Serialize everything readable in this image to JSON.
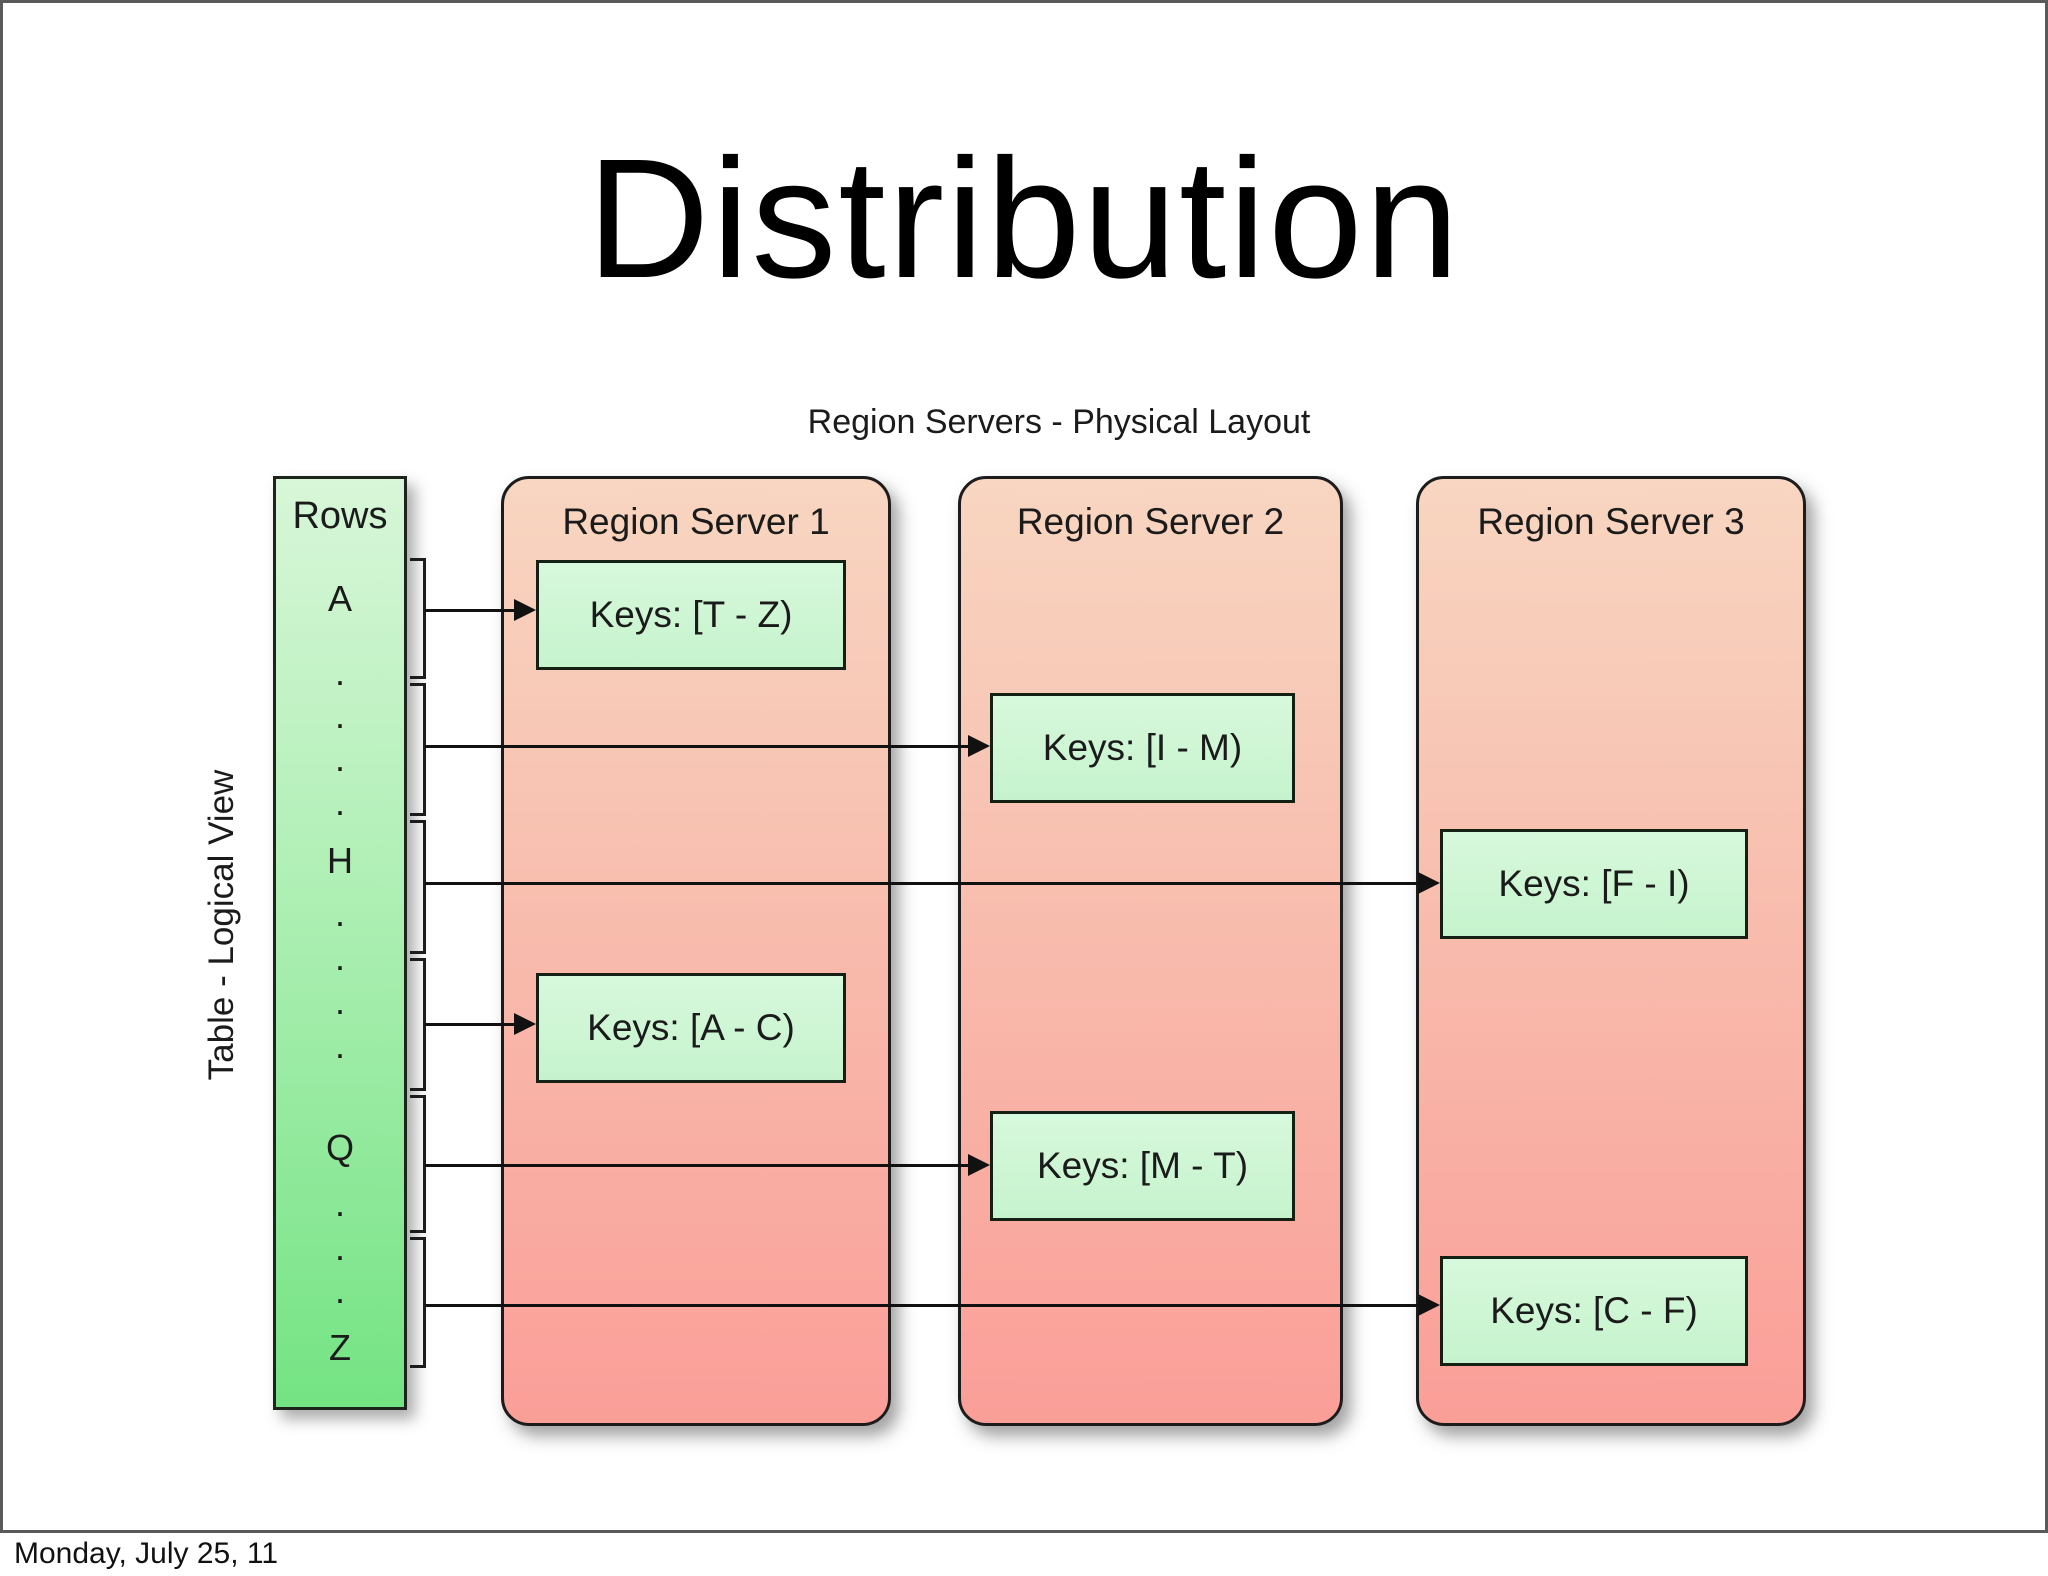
{
  "slide": {
    "title": "Distribution",
    "footer_date": "Monday, July 25, 11"
  },
  "diagram": {
    "header": "Region Servers - Physical Layout",
    "side_label": "Table - Logical View",
    "rows_column": {
      "header": "Rows",
      "items": [
        "A",
        ".",
        ".",
        ".",
        ".",
        "H",
        ".",
        ".",
        ".",
        ".",
        "Q",
        ".",
        ".",
        ".",
        "Z"
      ]
    },
    "servers": [
      {
        "name": "Region Server 1",
        "keys": [
          "Keys: [T - Z)",
          "Keys: [A - C)"
        ]
      },
      {
        "name": "Region Server 2",
        "keys": [
          "Keys: [I - M)",
          "Keys: [M - T)"
        ]
      },
      {
        "name": "Region Server 3",
        "keys": [
          "Keys: [F - I)",
          "Keys: [C - F)"
        ]
      }
    ],
    "colors": {
      "rows_gradient_top": "#d8f6d8",
      "rows_gradient_bottom": "#74e383",
      "server_gradient_top": "#f8d6c1",
      "server_gradient_bottom": "#fa9e98",
      "keys_box_fill": "#cdf5d3",
      "outline": "#1c1c1c",
      "slide_border": "#5a5a5a"
    }
  }
}
